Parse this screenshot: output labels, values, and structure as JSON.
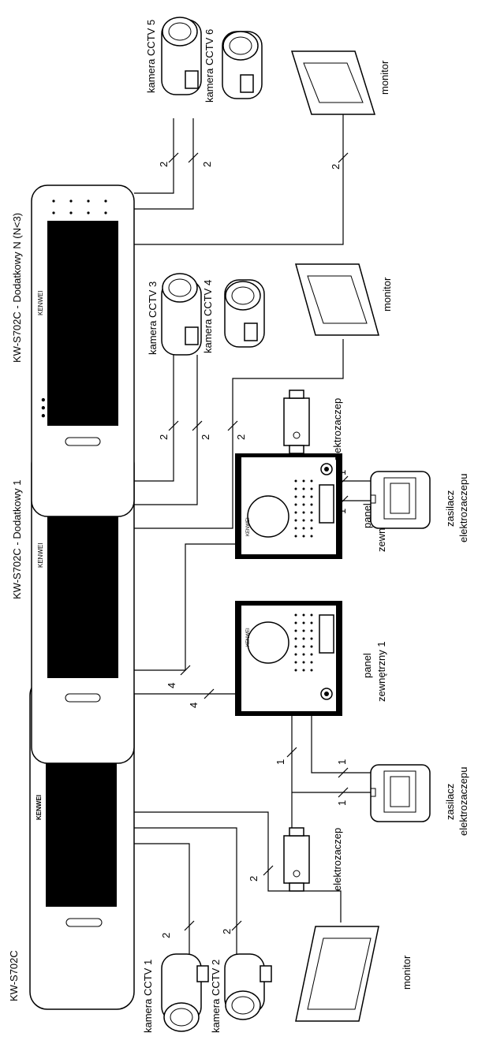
{
  "monitors": {
    "main": "KW-S702C",
    "additional_1": "KW-S702C - Dodatkowy 1",
    "additional_n": "KW-S702C - Dodatkowy N (N<3)",
    "brand": "KENWEI",
    "ellipsis": "• • •"
  },
  "cameras": {
    "cam1": "kamera CCTV 1",
    "cam2": "kamera CCTV 2",
    "cam3": "kamera CCTV 3",
    "cam4": "kamera CCTV 4",
    "cam5": "kamera CCTV 5",
    "cam6": "kamera CCTV 6"
  },
  "external_monitor": "monitor",
  "panels": {
    "panel1_line1": "panel",
    "panel1_line2": "zewnętrzny 1",
    "panel2_line1": "panel",
    "panel2_line2": "zewnętrzny 2",
    "brand": "KENWEI"
  },
  "locks": {
    "label": "elektrozaczep"
  },
  "power": {
    "line1": "zasilacz",
    "line2": "elektrozaczepu"
  },
  "wire_counts": {
    "two": "2",
    "four": "4",
    "one": "1"
  }
}
